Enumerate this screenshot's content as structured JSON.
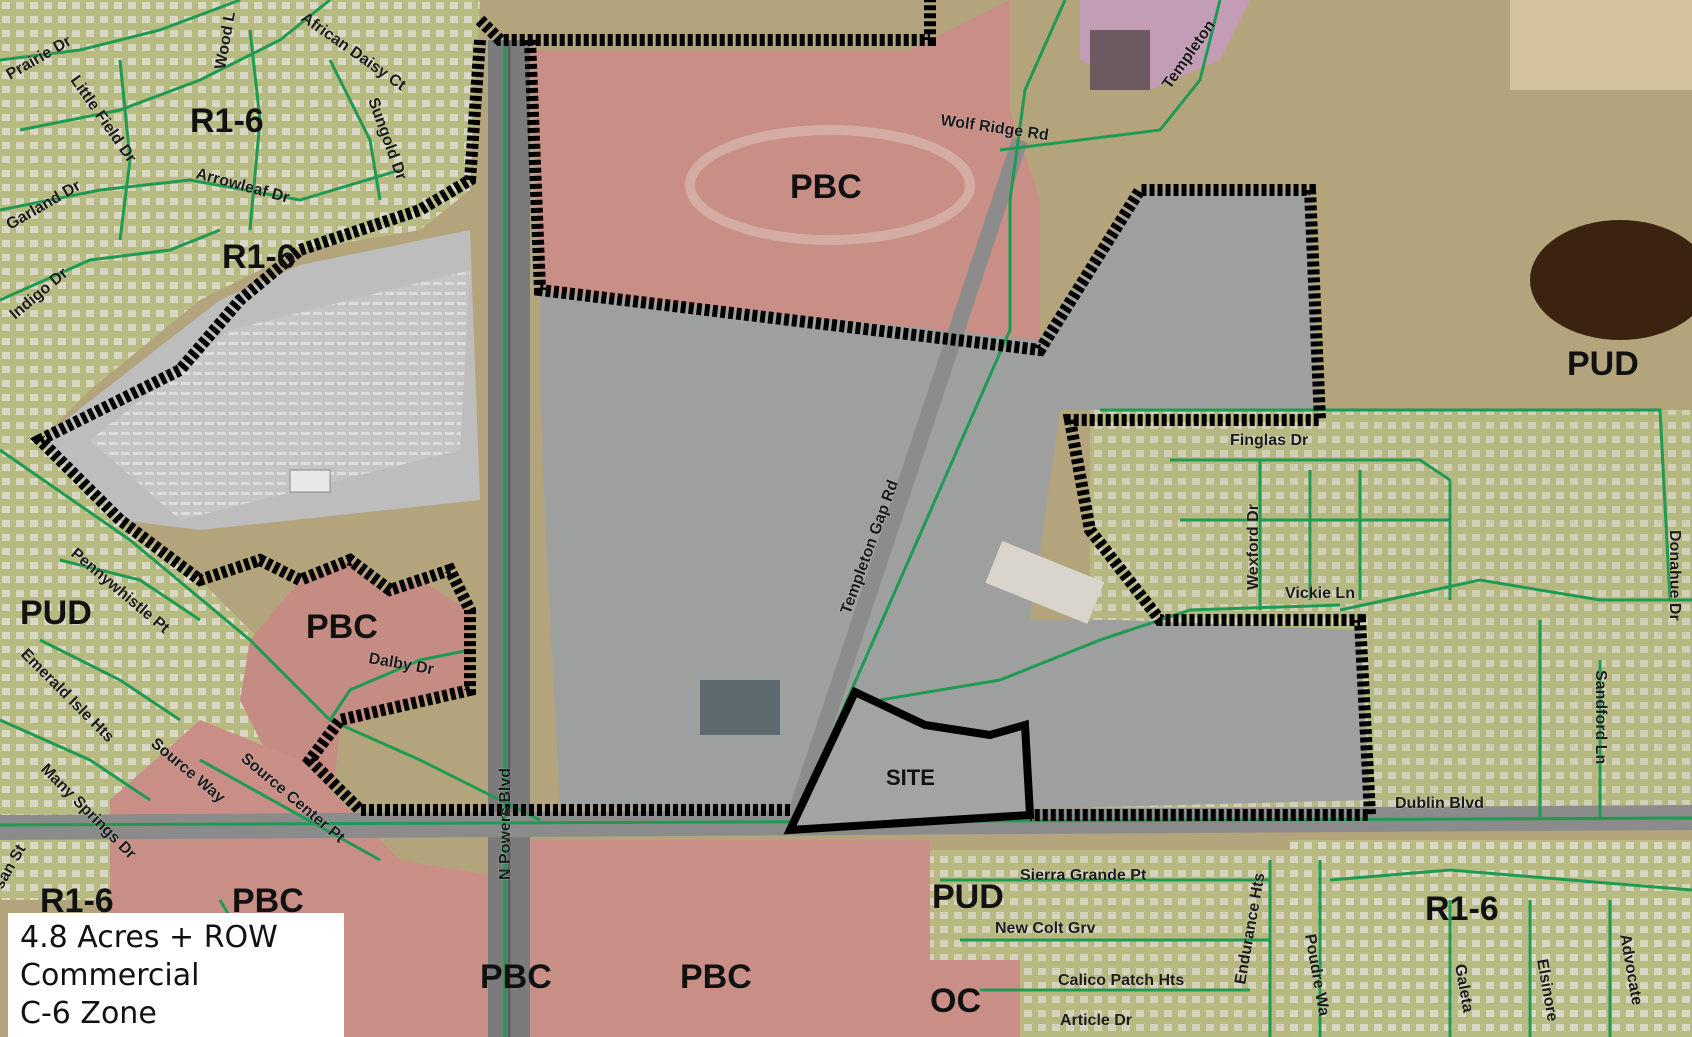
{
  "zones": {
    "r1_6_a": "R1-6",
    "r1_6_b": "R1-6",
    "r1_6_c": "R1-6",
    "r1_6_d": "R1-6",
    "pbc_north": "PBC",
    "pbc_west": "PBC",
    "pbc_southwest": "PBC",
    "pbc_south_a": "PBC",
    "pbc_south_b": "PBC",
    "pud_east": "PUD",
    "pud_west": "PUD",
    "pud_south": "PUD",
    "oc": "OC"
  },
  "site_label": "SITE",
  "streets": {
    "prairie": "Prairie Dr",
    "african_daisy": "African Daisy Ct",
    "sungold": "Sungold Dr",
    "arrowleaf": "Arrowleaf Dr",
    "garland": "Garland Dr",
    "little_field": "Little Field Dr",
    "indigo": "Indigo Dr",
    "wood": "Wood L",
    "wolf_ridge": "Wolf Ridge Rd",
    "templeton_top": "Templeton",
    "templeton_gap": "Templeton Gap Rd",
    "n_powers": "N Powers Blvd",
    "finglas": "Finglas Dr",
    "wexford": "Wexford Dr",
    "vickie": "Vickie Ln",
    "donahue": "Donahue Dr",
    "sandford": "Sandford Ln",
    "dublin": "Dublin Blvd",
    "pennywhistle": "Pennywhistle Pt",
    "emerald_isle": "Emerald Isle Hts",
    "source_way": "Source Way",
    "source_center": "Source Center Pt",
    "many_springs": "Many Springs Dr",
    "dalby": "Dalby Dr",
    "sierra_grande": "Sierra Grande Pt",
    "new_colt": "New Colt Grv",
    "calico_patch": "Calico Patch Hts",
    "article": "Article Dr",
    "endurance": "Endurance Hts",
    "poudre": "Poudre Wa",
    "galeta": "Galeta",
    "elsinore": "Elsinore",
    "advocate": "Advocate",
    "sasan": "san St"
  },
  "legend": {
    "line1": "4.8 Acres + ROW",
    "line2": "Commercial",
    "line3": "C-6 Zone"
  },
  "colors": {
    "residential": "#b9bd85",
    "pbc_fill": "#c98f87",
    "aerial_gray": "#9ea0a0",
    "vacant_tan": "#b5a67e",
    "street_line": "#1f9a52",
    "boundary": "#000000"
  }
}
